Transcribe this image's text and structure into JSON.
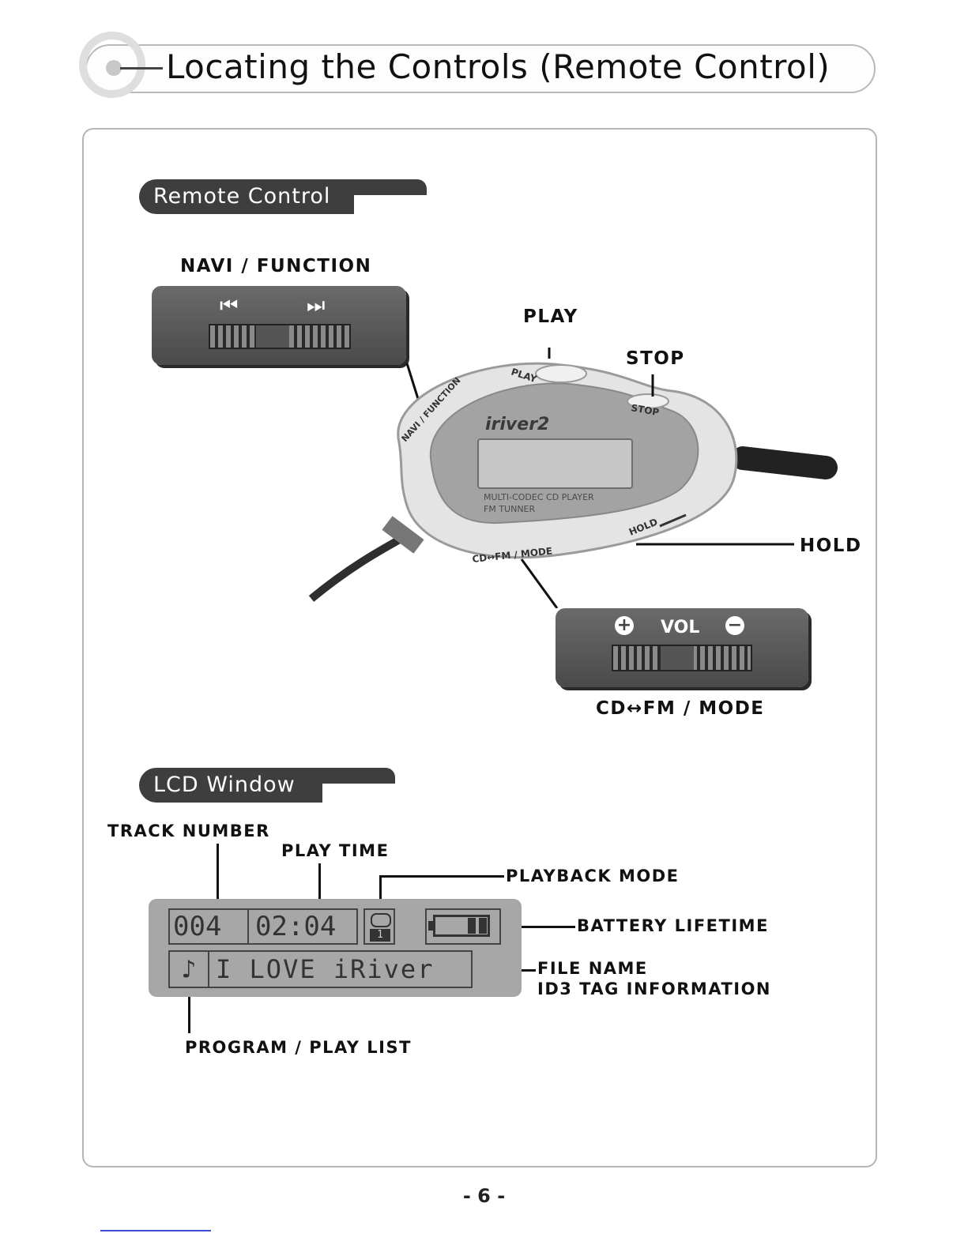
{
  "header": {
    "title": "Locating the Controls (Remote Control)"
  },
  "sections": {
    "remote": {
      "tab": "Remote Control"
    },
    "lcd": {
      "tab": "LCD Window"
    }
  },
  "remote_labels": {
    "navi": "NAVI / FUNCTION",
    "play": "PLAY",
    "stop": "STOP",
    "hold": "HOLD",
    "mode": "CD↔FM / MODE"
  },
  "device_text": {
    "brand": "iriver2",
    "play": "PLAY",
    "stop": "STOP",
    "hold": "HOLD",
    "navi": "NAVI / FUNCTION",
    "mode": "CD↔FM / MODE",
    "line1": "MULTI-CODEC CD PLAYER",
    "line2": "FM TUNNER"
  },
  "navi_box": {
    "prev": "⏮",
    "next": "⏭"
  },
  "vol_box": {
    "plus": "+",
    "vol": "VOL",
    "minus": "−"
  },
  "lcd_labels": {
    "track_number": "TRACK NUMBER",
    "play_time": "PLAY TIME",
    "playback_mode": "PLAYBACK MODE",
    "battery": "BATTERY LIFETIME",
    "file_name": "FILE NAME",
    "id3": "ID3 TAG INFORMATION",
    "program": "PROGRAM / PLAY LIST"
  },
  "lcd_display": {
    "track": "004",
    "time": "02:04",
    "repeat_num": "1",
    "note": "♪",
    "song": "I LOVE iRiver"
  },
  "footer": {
    "page": "- 6 -"
  }
}
